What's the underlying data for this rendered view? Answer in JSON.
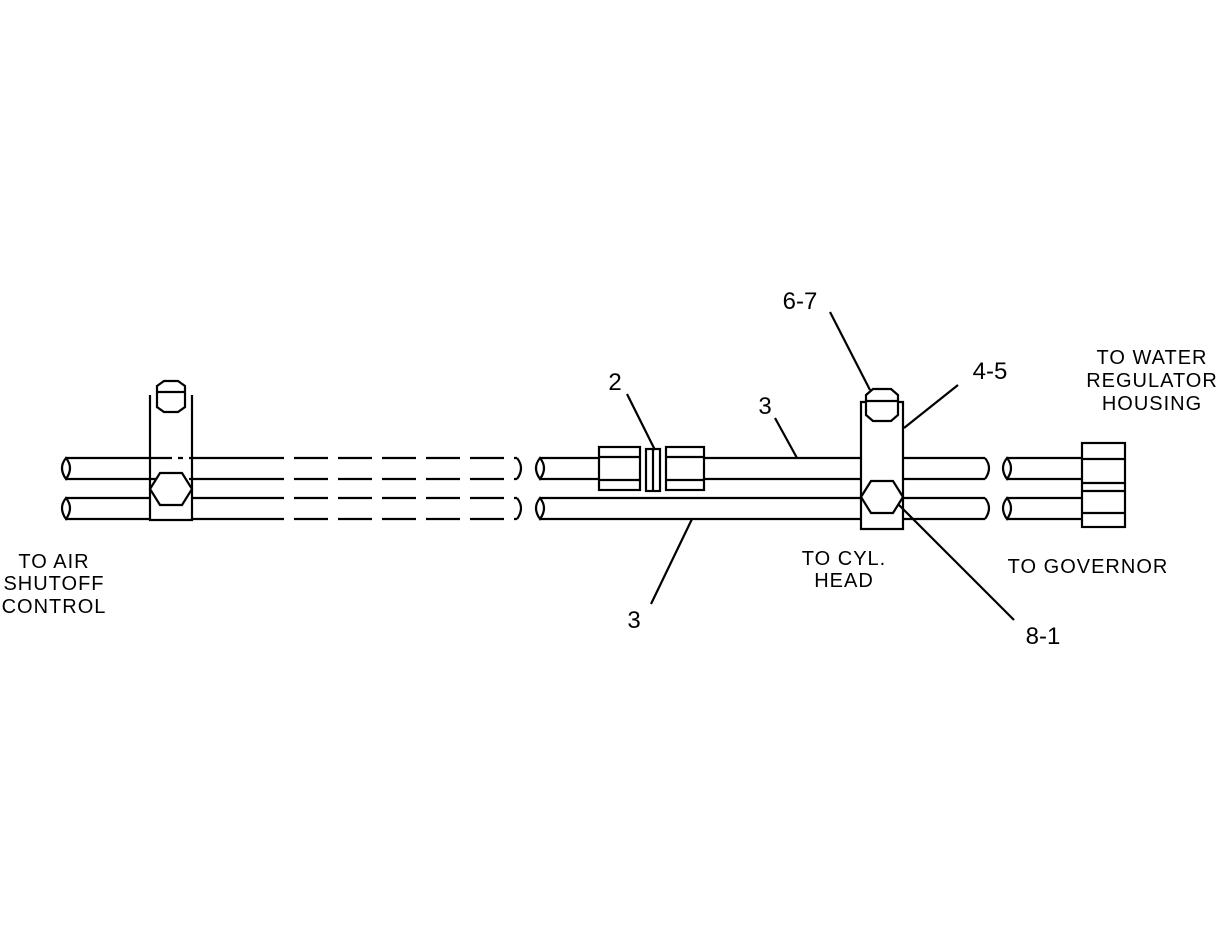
{
  "labels": {
    "air_shutoff": [
      "TO AIR",
      "SHUTOFF",
      "CONTROL"
    ],
    "cyl_head": [
      "TO CYL.",
      "HEAD"
    ],
    "governor": "TO GOVERNOR",
    "water_regulator": [
      "TO WATER",
      "REGULATOR",
      "HOUSING"
    ]
  },
  "callouts": {
    "connector": "2",
    "tube_upper": "3",
    "tube_lower": "3",
    "clip": "4-5",
    "bolt_washer": "6-7",
    "hex_spacer": "8-1"
  }
}
